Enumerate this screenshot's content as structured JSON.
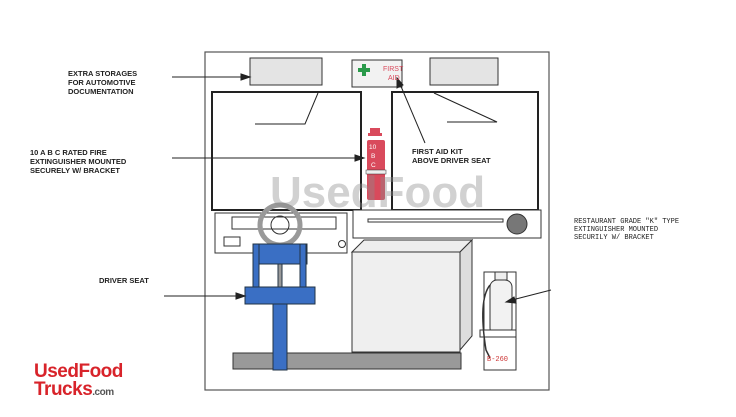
{
  "labels": {
    "storage": "EXTRA STORAGES\nFOR AUTOMOTIVE\nDOCUMENTATION",
    "fire_ext": "10 A B C RATED FIRE\nEXTINGUISHER MOUNTED\nSECURELY W/ BRACKET",
    "driver_seat": "DRIVER SEAT",
    "first_aid_kit": "FIRST AID KIT\nABOVE DRIVER SEAT",
    "k_ext": "RESTAURANT GRADE \"K\" TYPE\nEXTINGUISHER MOUNTED\nSECURILY W/ BRACKET"
  },
  "first_aid_sign": {
    "line1": "FIRST",
    "line2": "AID"
  },
  "extinguisher_text": {
    "l1": "10",
    "l2": "B",
    "l3": "C"
  },
  "k_ext_tag": "B-260",
  "watermark": "UsedFood",
  "logo": {
    "line1": "UsedFood",
    "line2": "Trucks",
    "suffix": ".com"
  },
  "colors": {
    "seat": "#3a6fc4",
    "extinguisher": "#d94a5c",
    "first_aid_cross": "#2a9a4a"
  }
}
